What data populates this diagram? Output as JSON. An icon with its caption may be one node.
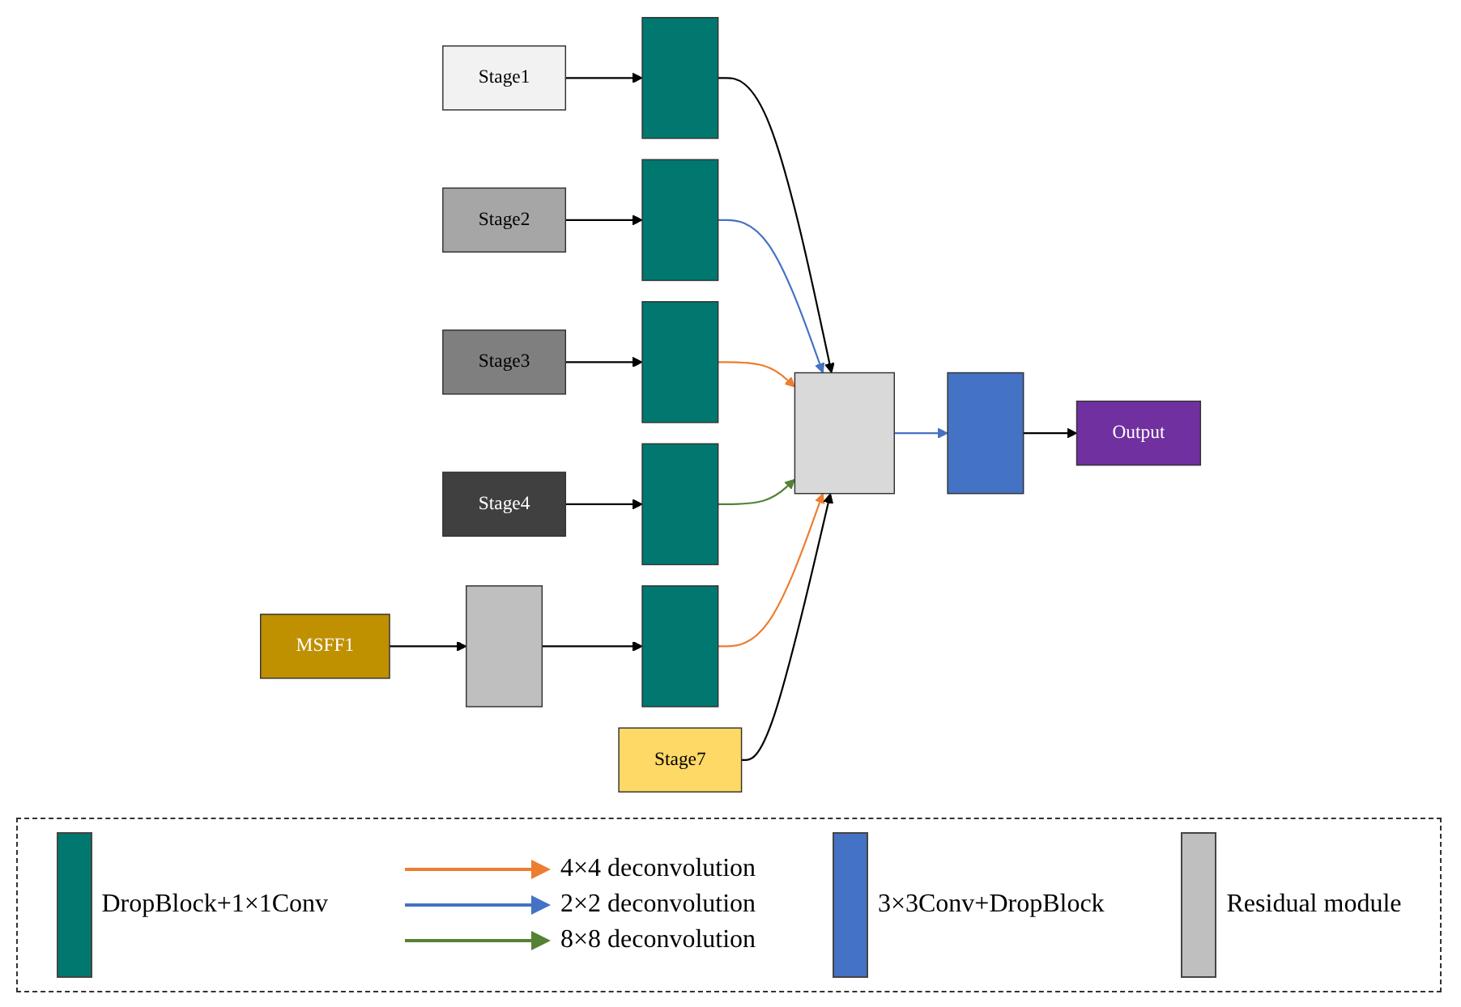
{
  "diagram": {
    "nodes": [
      {
        "text": [
          "Stage1"
        ]
      },
      {
        "text": [],
        "shape": "bar"
      },
      {
        "text": [
          "Stage2"
        ]
      },
      {
        "text": [],
        "shape": "bar"
      },
      {
        "text": [
          "Stage3"
        ]
      },
      {
        "text": [],
        "shape": "bar"
      },
      {
        "text": [
          "Stage4"
        ]
      },
      {
        "text": [],
        "shape": "bar"
      },
      {
        "text": [
          "MSFF1"
        ]
      },
      {
        "text": [],
        "shape": "bar"
      },
      {
        "text": [],
        "shape": "bar"
      },
      {
        "text": [
          "Stage7"
        ]
      },
      {
        "text": [],
        "shape": "box"
      },
      {
        "text": [],
        "shape": "bar"
      },
      {
        "text": [
          "Output"
        ]
      }
    ],
    "edges": [
      {
        "from": 0,
        "to": 1,
        "arrow": "to"
      },
      {
        "from": 1,
        "to": 12,
        "arrow": "to"
      },
      {
        "from": 2,
        "to": 3,
        "arrow": "to"
      },
      {
        "from": 3,
        "to": 12,
        "arrow": "to",
        "color": "#4472c4"
      },
      {
        "from": 4,
        "to": 5,
        "arrow": "to"
      },
      {
        "from": 5,
        "to": 12,
        "arrow": "to",
        "color": "#ed7d31"
      },
      {
        "from": 6,
        "to": 7,
        "arrow": "to"
      },
      {
        "from": 7,
        "to": 12,
        "arrow": "to",
        "color": "#548235"
      },
      {
        "from": 8,
        "to": 9,
        "arrow": "to"
      },
      {
        "from": 9,
        "to": 10,
        "arrow": "to"
      },
      {
        "from": 10,
        "to": 12,
        "arrow": "to",
        "color": "#ed7d31"
      },
      {
        "from": 11,
        "to": 12,
        "arrow": "to"
      },
      {
        "from": 12,
        "to": 13,
        "arrow": "to",
        "color": "#4472c4"
      },
      {
        "from": 13,
        "to": 14,
        "arrow": "to"
      }
    ],
    "legend": [
      {
        "text": "DropBlock+1×1Conv",
        "color": "#00786f"
      },
      {
        "text": "4×4 deconvolution"
      },
      {
        "text": "2×2 deconvolution"
      },
      {
        "text": "8×8 deconvolution"
      },
      {
        "text": "3×3Conv+DropBlock",
        "color": "#4472c4"
      },
      {
        "text": "Residual module",
        "color": "#bfbfbf"
      }
    ]
  }
}
